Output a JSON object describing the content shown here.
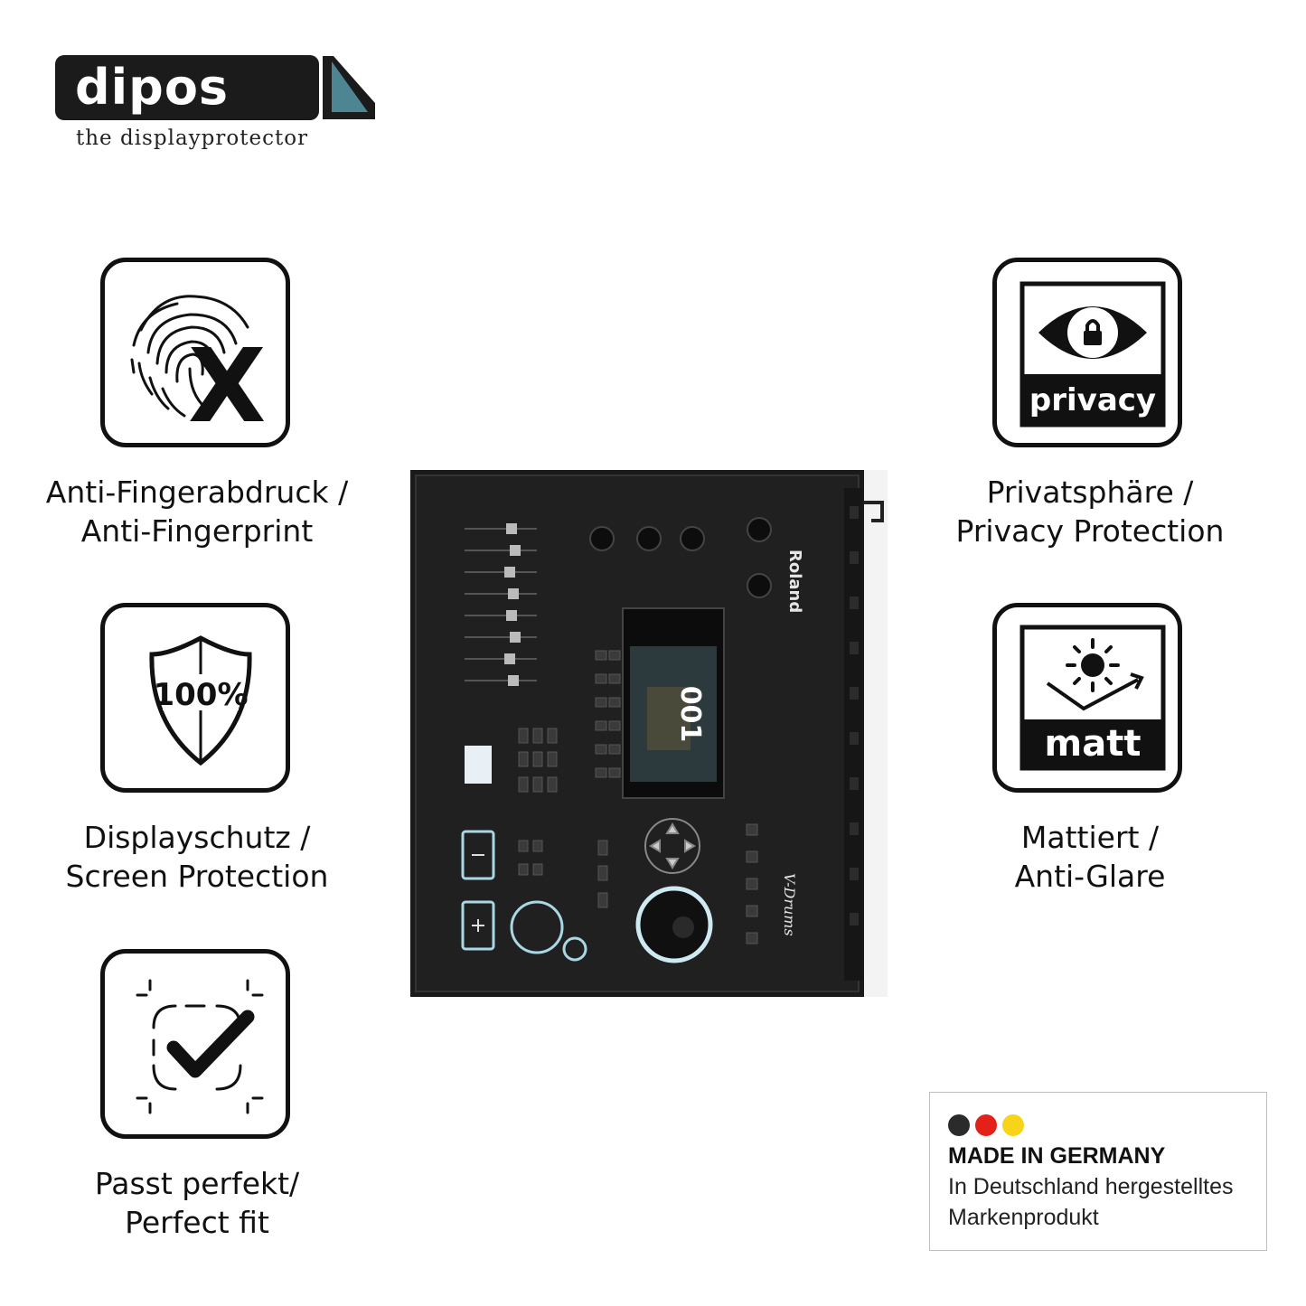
{
  "brand": {
    "logo_text": "dipos",
    "tagline": "the displayprotector"
  },
  "features": [
    {
      "icon": "fingerprint-x-icon",
      "line1": "Anti-Fingerabdruck /",
      "line2": "Anti-Fingerprint"
    },
    {
      "icon": "privacy-eye-lock-icon",
      "icon_label": "privacy",
      "line1": "Privatsphäre /",
      "line2": "Privacy Protection"
    },
    {
      "icon": "shield-100-icon",
      "icon_label": "100%",
      "line1": "Displayschutz /",
      "line2": "Screen Protection"
    },
    {
      "icon": "sun-matt-icon",
      "icon_label": "matt",
      "line1": "Mattiert /",
      "line2": "Anti-Glare"
    },
    {
      "icon": "perfect-fit-check-icon",
      "line1": "Passt perfekt/",
      "line2": "Perfect fit"
    }
  ],
  "device": {
    "brand_label": "Roland",
    "series_label": "V-Drums",
    "screen_number": "001"
  },
  "badge": {
    "title": "MADE IN GERMANY",
    "line1": "In Deutschland hergestelltes",
    "line2": "Markenprodukt",
    "colors": [
      "#2b2b2b",
      "#e32119",
      "#f7d417"
    ]
  }
}
